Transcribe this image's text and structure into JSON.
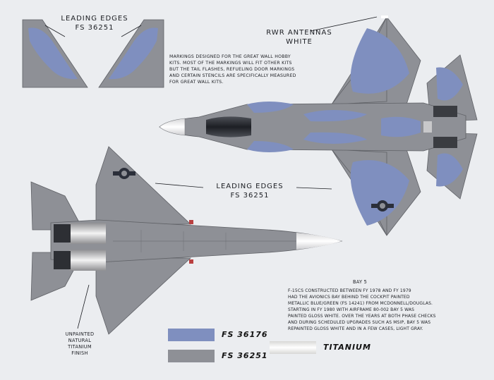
{
  "labels": {
    "leading_edges_top_title": "Leading Edges",
    "leading_edges_top_code": "FS 36251",
    "rwr_title": "RWR Antennas",
    "rwr_sub": "White",
    "leading_edges_mid_title": "Leading Edges",
    "leading_edges_mid_code": "FS 36251",
    "unpainted_line1": "Unpainted",
    "unpainted_line2": "Natural",
    "unpainted_line3": "Titanium",
    "unpainted_line4": "Finish"
  },
  "notes": {
    "markings_lines": [
      "Markings designed for the Great Wall Hobby",
      "kits. Most of the markings will fit other kits",
      "but the tail flashes, refueling door markings",
      "and certain stencils are specifically measured",
      "for Great Wall kits."
    ],
    "bay5_title": "Bay 5",
    "bay5_lines": [
      "F-15Cs constructed between FY 1978 and FY 1979",
      "had the avionics bay behind the cockpit painted",
      "metallic blue/green (FS 14241) from McDonnell/Douglas.",
      "Starting in FY 1980 with airframe 80-002 Bay 5 was",
      "painted gloss white. Over the years at both phase checks",
      "and during scheduled upgrades such as MSIP, Bay 5 was",
      "repainted gloss white and in a few cases, light gray."
    ]
  },
  "legend": [
    {
      "label": "FS 36176",
      "color": "#7f8fbf"
    },
    {
      "label": "FS 36251",
      "color": "#8e9096"
    },
    {
      "label": "TITANIUM",
      "color": "#f1f1ef"
    }
  ],
  "colors": {
    "background": "#ebedf0",
    "gray": "#8e9096",
    "blue": "#7f8fbf",
    "dark": "#1b1d22"
  }
}
